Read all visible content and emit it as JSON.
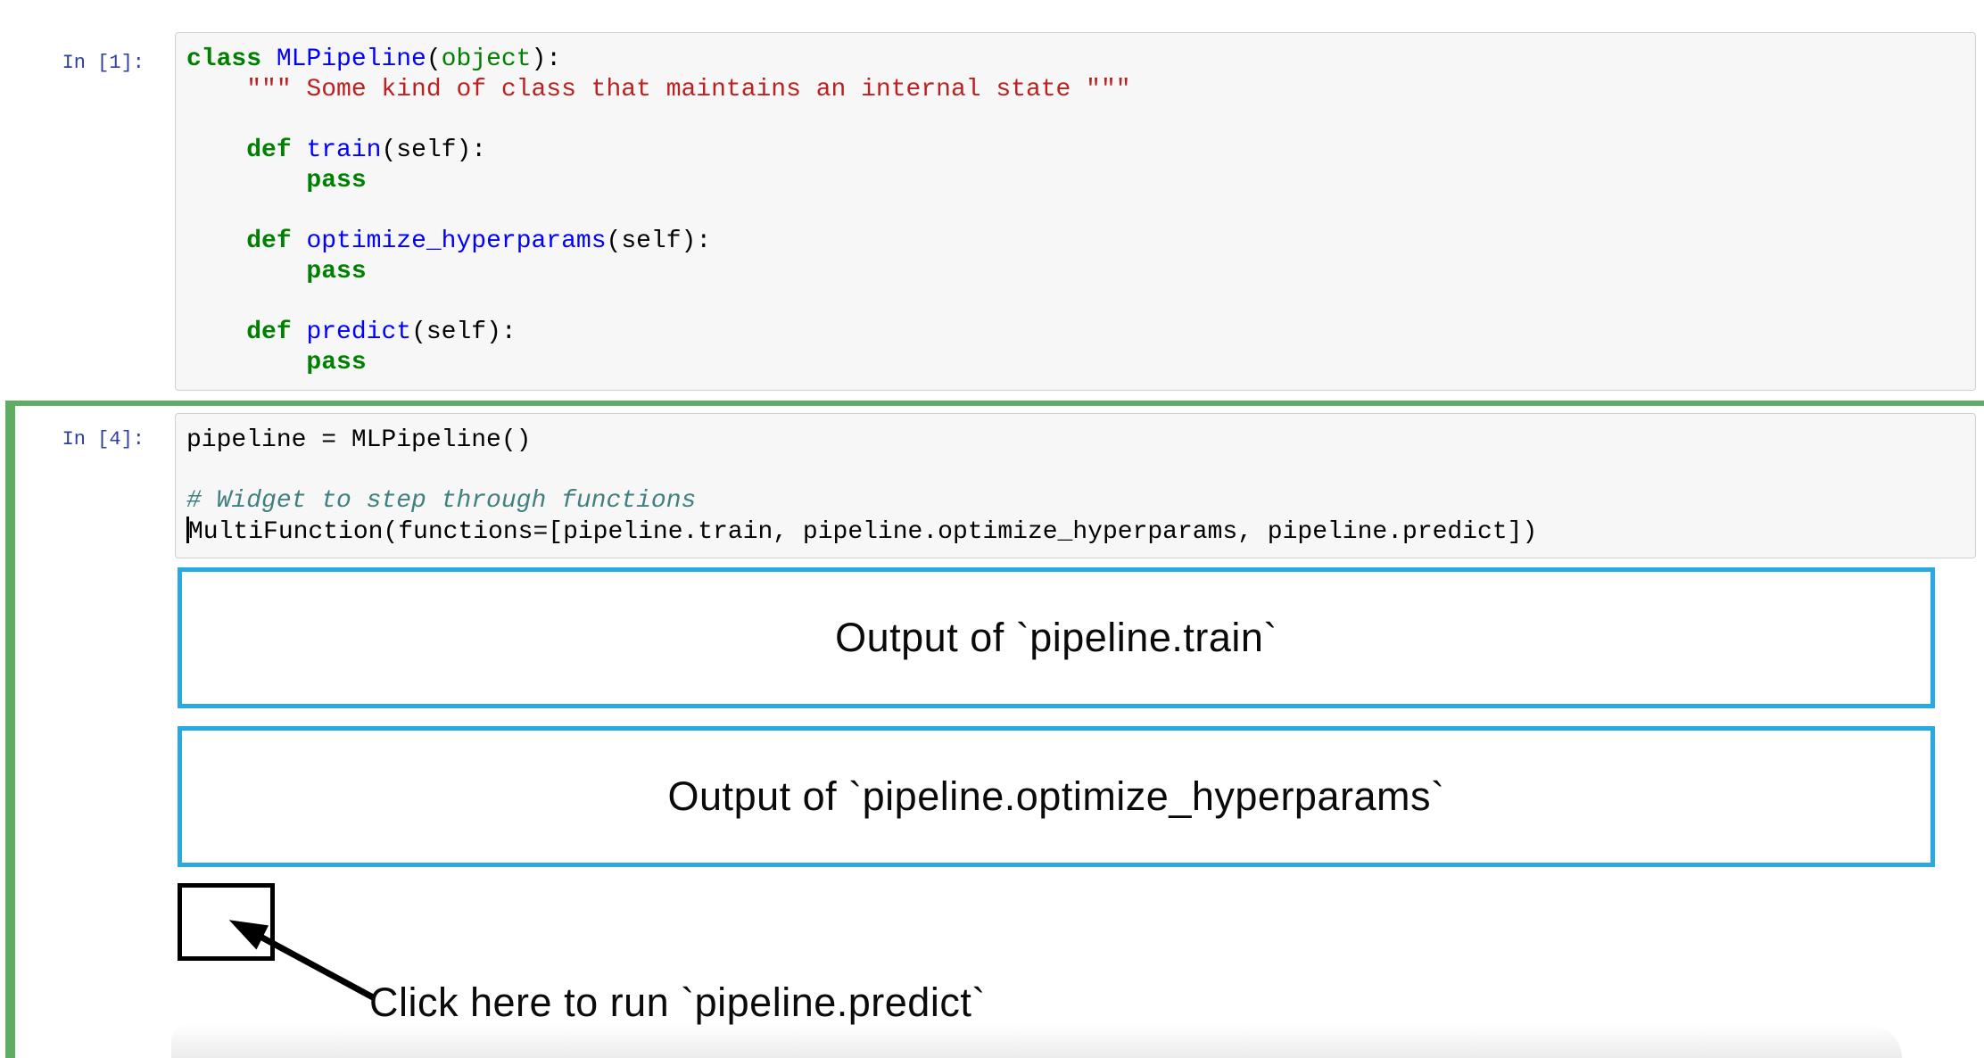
{
  "colors": {
    "prompt_blue": "#303F9F",
    "keyword_green": "#008000",
    "name_blue": "#0000FF",
    "string_red": "#BA2121",
    "comment_teal": "#408080",
    "active_cell_green": "#5FAD62",
    "annotation_blue": "#29A9E1",
    "input_bg": "#F7F7F7",
    "input_border": "#CFCFCF"
  },
  "cells": [
    {
      "prompt": "In [1]:",
      "lines": [
        [
          [
            "kw",
            "class"
          ],
          [
            "plain",
            " "
          ],
          [
            "def",
            "MLPipeline"
          ],
          [
            "plain",
            "("
          ],
          [
            "builtin",
            "object"
          ],
          [
            "plain",
            "):"
          ]
        ],
        [
          [
            "str",
            "    \"\"\" Some kind of class that maintains an internal state \"\"\""
          ]
        ],
        [],
        [
          [
            "plain",
            "    "
          ],
          [
            "kw",
            "def"
          ],
          [
            "plain",
            " "
          ],
          [
            "def",
            "train"
          ],
          [
            "plain",
            "(self):"
          ]
        ],
        [
          [
            "plain",
            "        "
          ],
          [
            "kw",
            "pass"
          ]
        ],
        [],
        [
          [
            "plain",
            "    "
          ],
          [
            "kw",
            "def"
          ],
          [
            "plain",
            " "
          ],
          [
            "def",
            "optimize_hyperparams"
          ],
          [
            "plain",
            "(self):"
          ]
        ],
        [
          [
            "plain",
            "        "
          ],
          [
            "kw",
            "pass"
          ]
        ],
        [],
        [
          [
            "plain",
            "    "
          ],
          [
            "kw",
            "def"
          ],
          [
            "plain",
            " "
          ],
          [
            "def",
            "predict"
          ],
          [
            "plain",
            "(self):"
          ]
        ],
        [
          [
            "plain",
            "        "
          ],
          [
            "kw",
            "pass"
          ]
        ]
      ]
    },
    {
      "prompt": "In [4]:",
      "lines": [
        [
          [
            "plain",
            "pipeline = MLPipeline()"
          ]
        ],
        [],
        [
          [
            "comment",
            "# Widget to step through functions"
          ]
        ],
        [
          [
            "cursor",
            ""
          ],
          [
            "plain",
            "MultiFunction(functions=[pipeline.train, pipeline.optimize_hyperparams, pipeline.predict])"
          ]
        ]
      ]
    }
  ],
  "output": {
    "train_label": "Output of `pipeline.train`",
    "optimize_label": "Output of `pipeline.optimize_hyperparams`",
    "annotation": "Click here to run `pipeline.predict`"
  }
}
